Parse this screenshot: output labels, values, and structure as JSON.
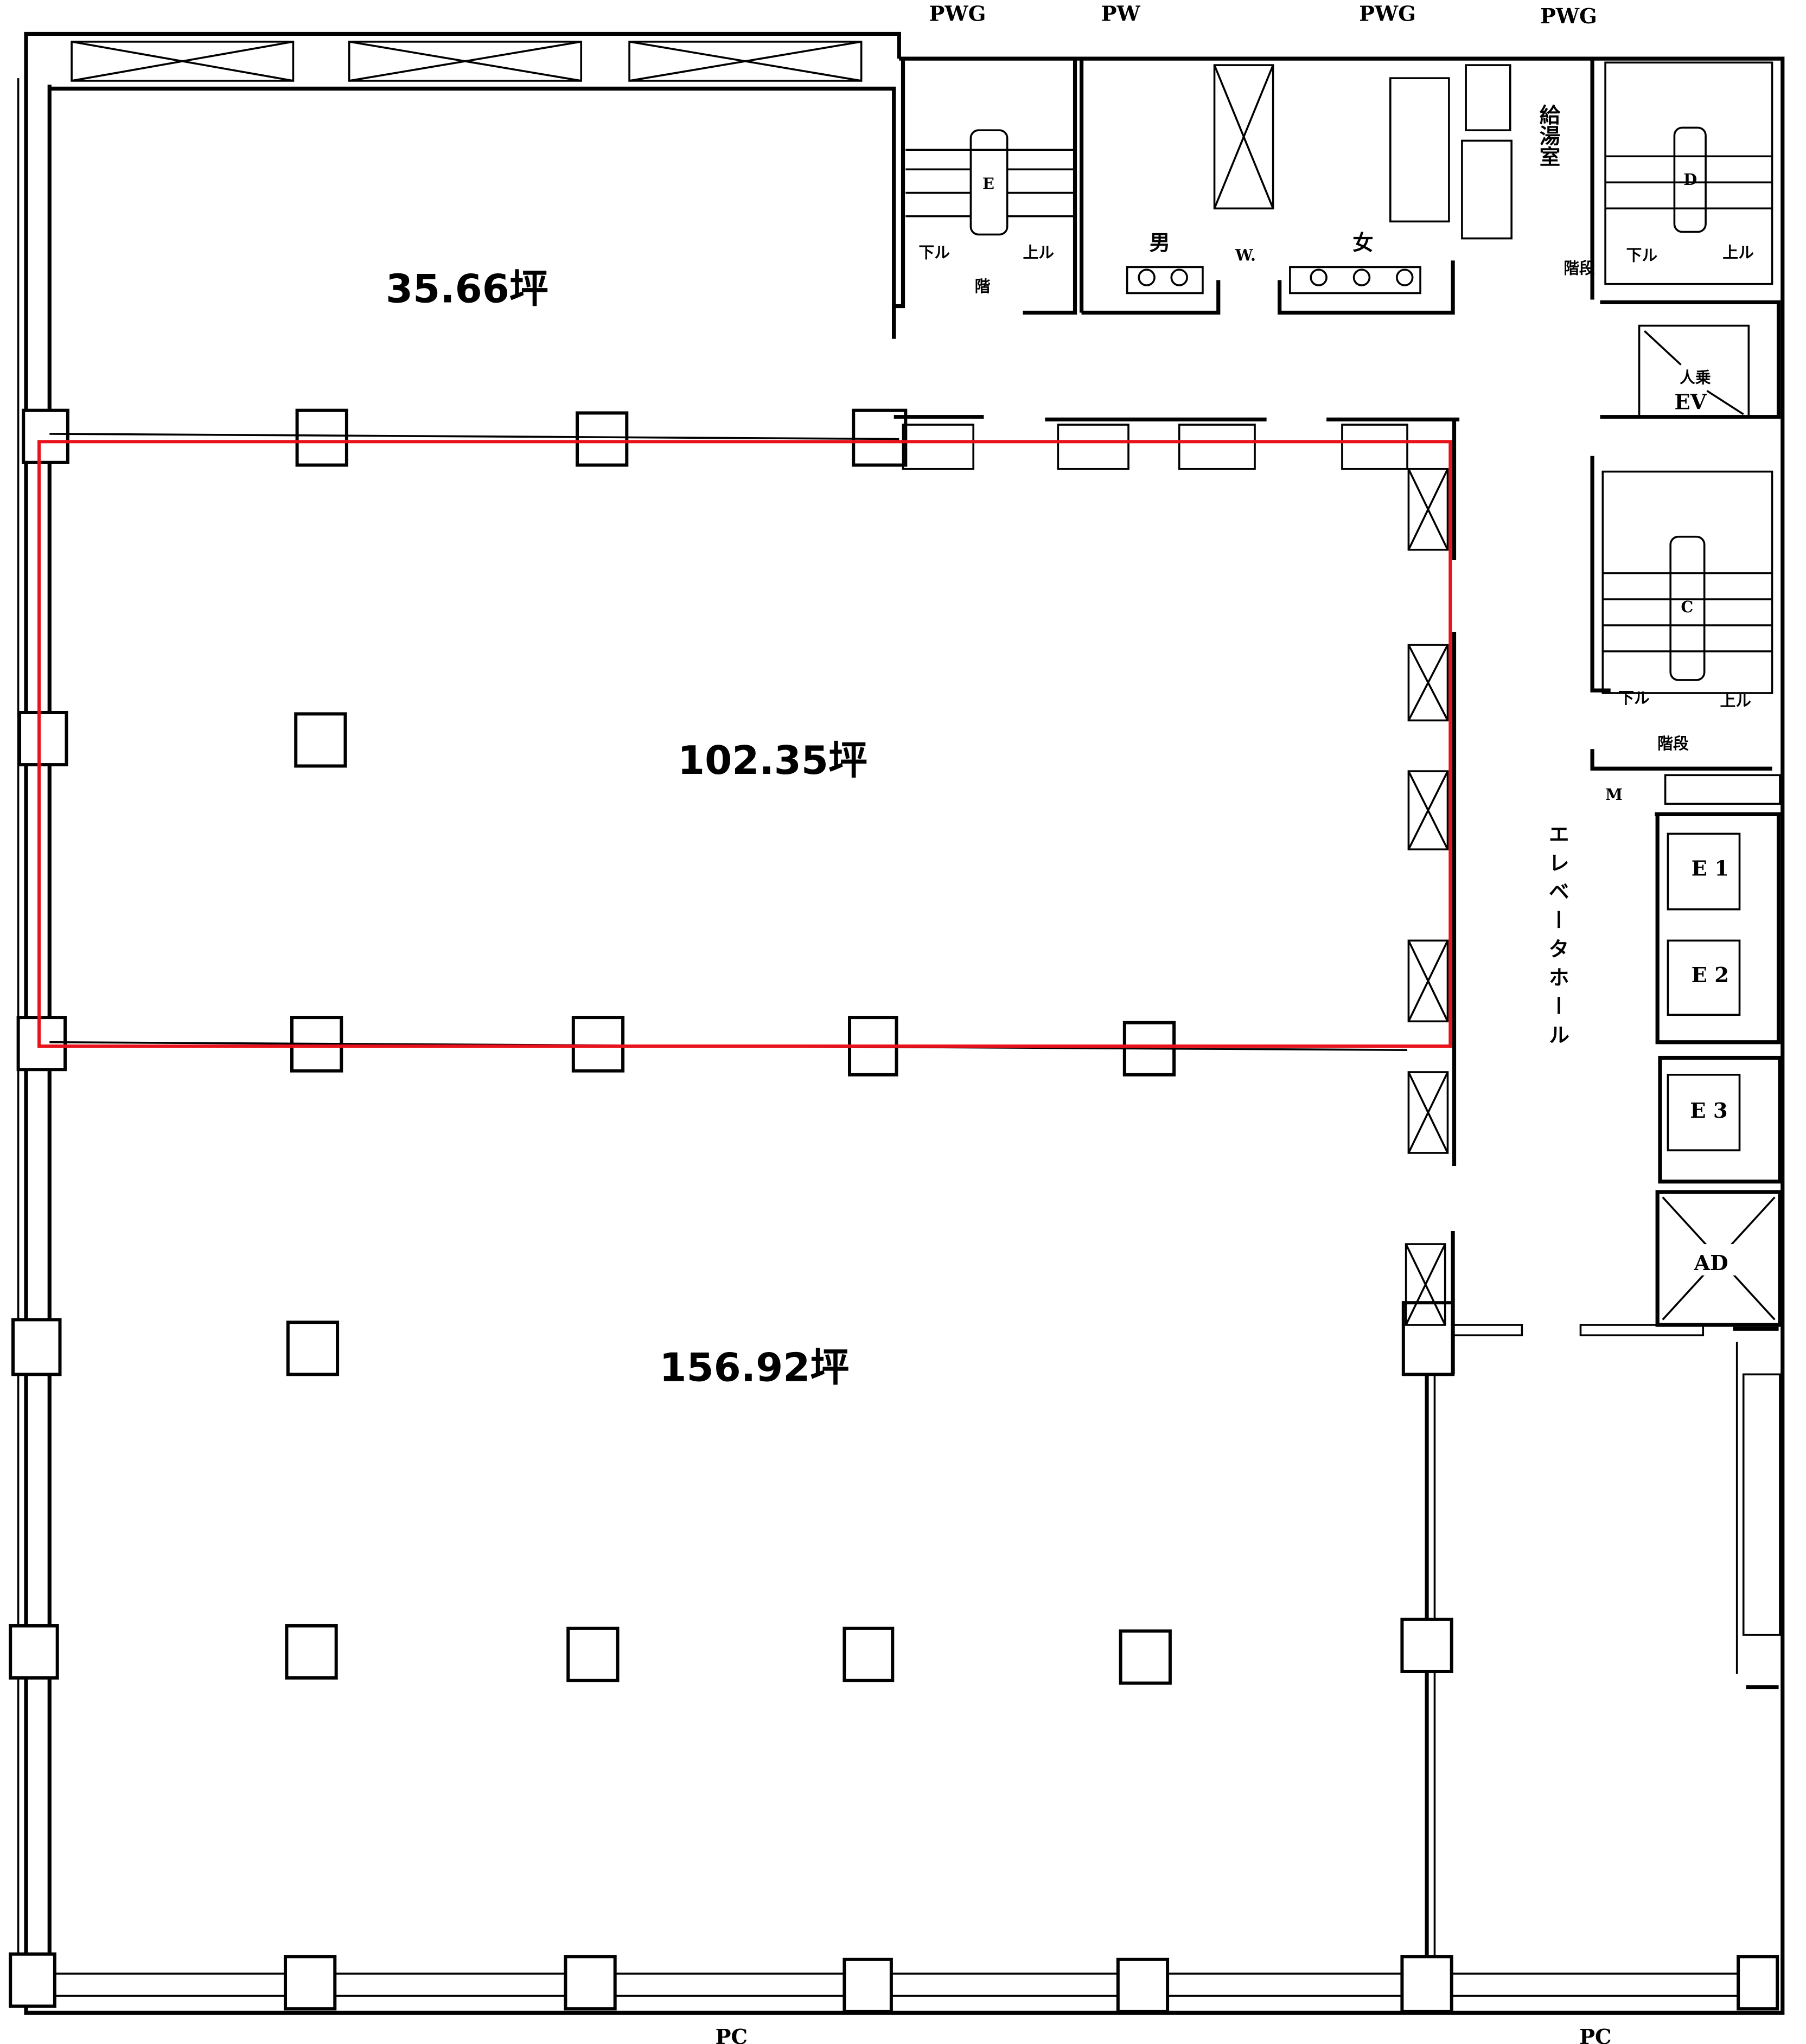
{
  "plan": {
    "top_labels": [
      "PWG",
      "PW",
      "PWG",
      "PWG"
    ],
    "bottom_labels": [
      "PC",
      "PC"
    ],
    "areas": [
      {
        "label": "35.66坪",
        "highlighted": false
      },
      {
        "label": "102.35坪",
        "highlighted": true
      },
      {
        "label": "156.92坪",
        "highlighted": false
      }
    ],
    "highlight_color": "#e8121b",
    "rooms": {
      "mens": "男",
      "wc": "W.",
      "womens": "女",
      "kitchenette": "給湯室",
      "stair_left": "階",
      "stair_right_top": "階段",
      "stair_right_mid": "階段",
      "stair_down": "下ル",
      "stair_up": "上ル",
      "stair_ids": [
        "E",
        "D",
        "C"
      ],
      "elevator_hall": "エレベータホール",
      "ev_capacity": "人乗",
      "ev": "EV",
      "m_room": "M",
      "elevators": [
        "E 1",
        "E 2",
        "E 3"
      ],
      "ad": "AD"
    }
  }
}
